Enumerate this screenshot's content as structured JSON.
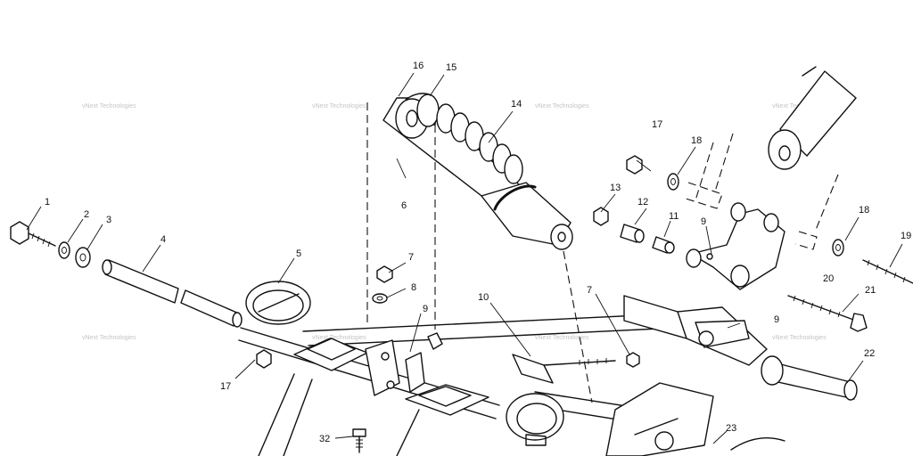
{
  "watermark": "vNext Technologies",
  "callouts": [
    {
      "id": "c1",
      "text": "1"
    },
    {
      "id": "c2",
      "text": "2"
    },
    {
      "id": "c3",
      "text": "3"
    },
    {
      "id": "c4",
      "text": "4"
    },
    {
      "id": "c5",
      "text": "5"
    },
    {
      "id": "c6",
      "text": "6"
    },
    {
      "id": "c7a",
      "text": "7"
    },
    {
      "id": "c7b",
      "text": "7"
    },
    {
      "id": "c8",
      "text": "8"
    },
    {
      "id": "c9a",
      "text": "9"
    },
    {
      "id": "c9b",
      "text": "9"
    },
    {
      "id": "c9c",
      "text": "9"
    },
    {
      "id": "c10",
      "text": "10"
    },
    {
      "id": "c11",
      "text": "11"
    },
    {
      "id": "c12",
      "text": "12"
    },
    {
      "id": "c13",
      "text": "13"
    },
    {
      "id": "c14",
      "text": "14"
    },
    {
      "id": "c15",
      "text": "15"
    },
    {
      "id": "c16",
      "text": "16"
    },
    {
      "id": "c17a",
      "text": "17"
    },
    {
      "id": "c17b",
      "text": "17"
    },
    {
      "id": "c18a",
      "text": "18"
    },
    {
      "id": "c18b",
      "text": "18"
    },
    {
      "id": "c19",
      "text": "19"
    },
    {
      "id": "c20",
      "text": "20"
    },
    {
      "id": "c21",
      "text": "21"
    },
    {
      "id": "c22",
      "text": "22"
    },
    {
      "id": "c23",
      "text": "23"
    },
    {
      "id": "c32",
      "text": "32"
    }
  ]
}
